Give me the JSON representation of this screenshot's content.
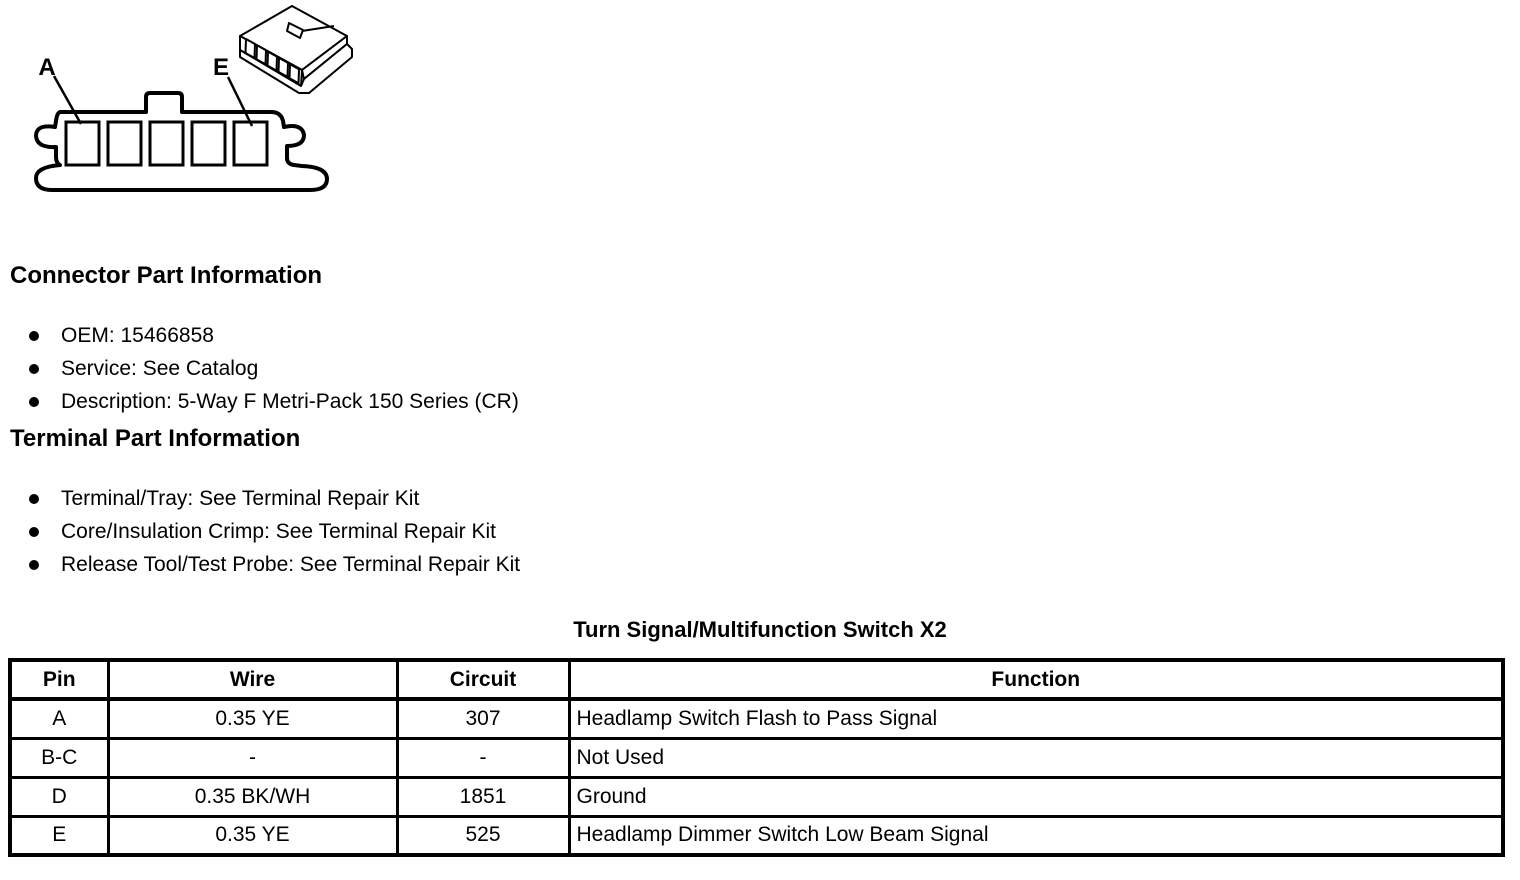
{
  "diagram": {
    "pin_a_label": "A",
    "pin_e_label": "E",
    "cavity_count": 5
  },
  "connector_info": {
    "heading": "Connector Part Information",
    "items": [
      "OEM: 15466858",
      "Service: See Catalog",
      "Description: 5-Way F Metri-Pack 150 Series (CR)"
    ]
  },
  "terminal_info": {
    "heading": "Terminal Part Information",
    "items": [
      "Terminal/Tray: See Terminal Repair Kit",
      "Core/Insulation Crimp: See Terminal Repair Kit",
      "Release Tool/Test Probe: See Terminal Repair Kit"
    ]
  },
  "pin_table": {
    "title": "Turn Signal/Multifunction Switch X2",
    "columns": [
      "Pin",
      "Wire",
      "Circuit",
      "Function"
    ],
    "rows": [
      {
        "pin": "A",
        "wire": "0.35 YE",
        "circuit": "307",
        "function": "Headlamp Switch Flash to Pass Signal"
      },
      {
        "pin": "B-C",
        "wire": "-",
        "circuit": "-",
        "function": "Not Used"
      },
      {
        "pin": "D",
        "wire": "0.35 BK/WH",
        "circuit": "1851",
        "function": "Ground"
      },
      {
        "pin": "E",
        "wire": "0.35 YE",
        "circuit": "525",
        "function": "Headlamp Dimmer Switch Low Beam Signal"
      }
    ]
  },
  "colors": {
    "ink": "#000000",
    "background": "#ffffff"
  }
}
